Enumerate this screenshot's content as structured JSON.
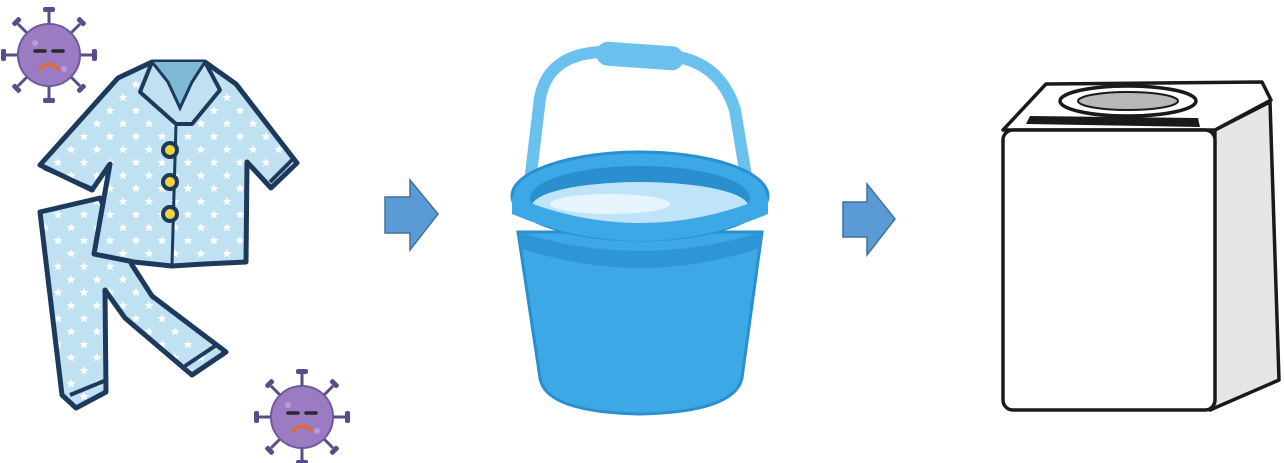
{
  "diagram": {
    "steps": [
      {
        "id": "pajamas",
        "icon": "pajamas-icon"
      },
      {
        "id": "bucket",
        "icon": "water-bucket-icon"
      },
      {
        "id": "washing-machine",
        "icon": "washing-machine-icon"
      }
    ],
    "connectors": [
      {
        "from": "pajamas",
        "to": "bucket",
        "icon": "right-arrow-icon"
      },
      {
        "from": "bucket",
        "to": "washing-machine",
        "icon": "right-arrow-icon"
      }
    ],
    "decorations": [
      {
        "icon": "virus-icon",
        "mood": "sad"
      },
      {
        "icon": "virus-icon",
        "mood": "sad"
      }
    ]
  },
  "colors": {
    "arrow": "#5b9bd5",
    "bucket": "#3ca8e6",
    "pajama_fabric": "#bfe1f2",
    "pajama_outline": "#1d3a5c",
    "virus": "#9b7bc2",
    "machine_side": "#e6e6e6",
    "machine_outline": "#1a1a1a"
  }
}
